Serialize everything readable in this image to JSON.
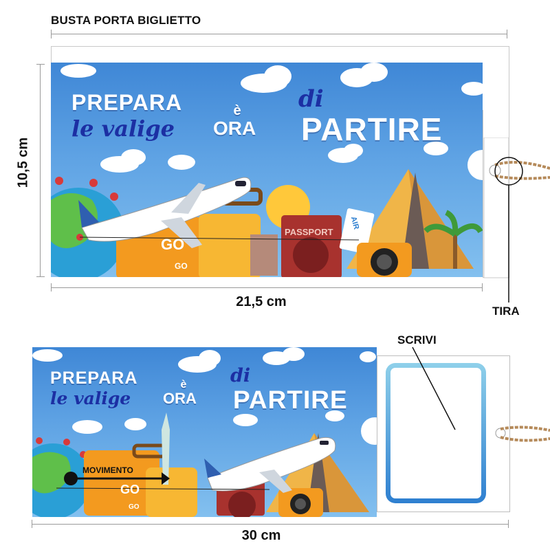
{
  "header": {
    "title": "BUSTA PORTA BIGLIETTO"
  },
  "dimensions": {
    "height_label": "10,5 cm",
    "width_label": "21,5 cm",
    "total_width_label": "30 cm"
  },
  "callouts": {
    "pull": "TIRA",
    "write": "SCRIVI",
    "movement": "MOVIMENTO"
  },
  "card": {
    "line1": "PREPARA",
    "line2": "le valige",
    "line3a": "è",
    "line3b": "ORA",
    "line4": "di",
    "line5": "PARTIRE",
    "passport_label": "PASSPORT",
    "luggage_text": "GO",
    "luggage_text_small": "GO",
    "ticket_text": "AIR"
  },
  "colors": {
    "sky_top": "#3f87d6",
    "sky_bottom": "#83c0ef",
    "title_blue": "#1c2fa3",
    "luggage_orange": "#f39a1f",
    "passport_red": "#a8322e",
    "twine": "#b58a5a",
    "frame_blue": "#2e7fd0"
  }
}
